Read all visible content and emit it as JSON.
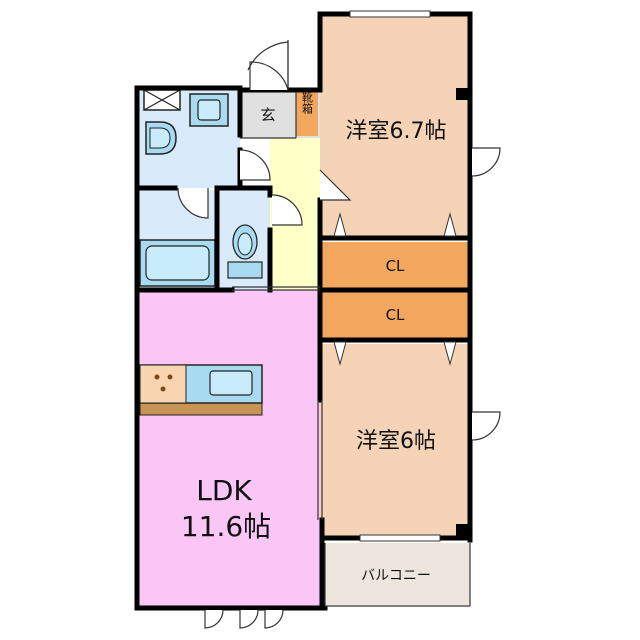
{
  "rooms": {
    "bedroom1": {
      "name": "洋室6.7帖"
    },
    "bedroom2": {
      "name": "洋室6帖"
    },
    "closet_upper": {
      "name": "CL"
    },
    "closet_lower": {
      "name": "CL"
    },
    "entrance": {
      "name": "玄"
    },
    "shoe_cabinet": {
      "name": "靴箱"
    },
    "ldk": {
      "line1": "LDK",
      "line2": "11.6帖"
    },
    "balcony": {
      "name": "バルコニー"
    }
  },
  "colors": {
    "bedroom": "#f5d3b7",
    "closet": "#f3a75e",
    "ldk": "#f9c6f6",
    "entrance_hall": "#ffffc8",
    "wet_area": "#d9ebfb",
    "fixture": "#a8dbf2",
    "balcony": "#ece6df",
    "counter": "#c89454",
    "wall": "#000000"
  }
}
